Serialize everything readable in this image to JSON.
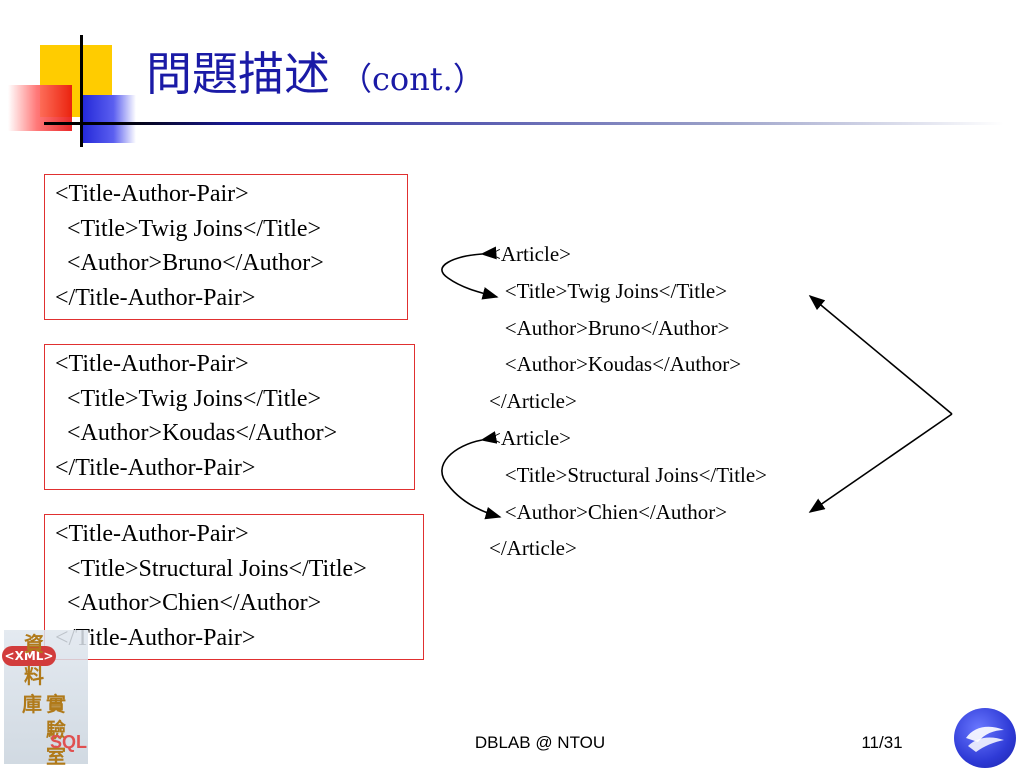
{
  "slide": {
    "title": "問題描述",
    "title_suffix": "（cont.）"
  },
  "left_boxes": [
    {
      "lines": [
        "<Title-Author-Pair>",
        "  <Title>Twig Joins</Title>",
        "  <Author>Bruno</Author>",
        "</Title-Author-Pair>"
      ]
    },
    {
      "lines": [
        "<Title-Author-Pair>",
        "  <Title>Twig Joins</Title>",
        "  <Author>Koudas</Author>",
        "</Title-Author-Pair>"
      ]
    },
    {
      "lines": [
        "<Title-Author-Pair>",
        "  <Title>Structural Joins</Title>",
        "  <Author>Chien</Author>",
        "</Title-Author-Pair>"
      ]
    }
  ],
  "right_xml": {
    "lines": [
      "<Article>",
      "   <Title>Twig Joins</Title>",
      "   <Author>Bruno</Author>",
      "   <Author>Koudas</Author>",
      "</Article>",
      "<Article>",
      "   <Title>Structural Joins</Title>",
      "   <Author>Chien</Author>",
      "</Article>"
    ]
  },
  "footer": {
    "center": "DBLAB @ NTOU",
    "page": "11/31"
  },
  "logo": {
    "badge": "<XML>",
    "chars": [
      "資",
      "料",
      "庫",
      "實",
      "驗",
      "室"
    ],
    "sql": "SQL"
  },
  "colors": {
    "title": "#1a1aa6",
    "box_border": "#e03030",
    "accent_yellow": "#ffcc00",
    "accent_red": "#e81010",
    "accent_blue": "#1f24d6"
  }
}
